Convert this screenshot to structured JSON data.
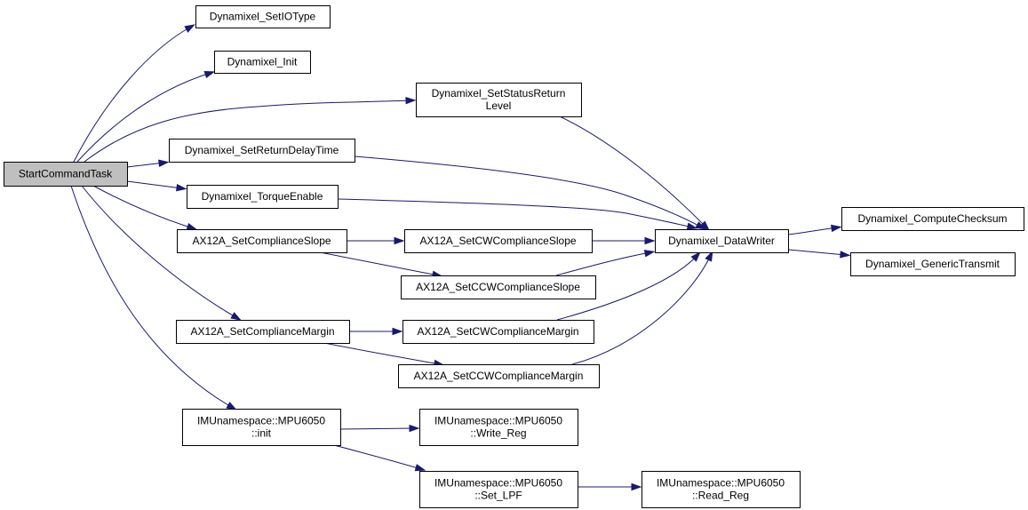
{
  "diagram": {
    "type": "call-graph",
    "edge_color": "#191970",
    "root_fill": "#bfbfbf",
    "node_fill": "#ffffff",
    "nodes": [
      {
        "id": "start",
        "lines": [
          "StartCommandTask"
        ],
        "root": true
      },
      {
        "id": "setiotype",
        "lines": [
          "Dynamixel_SetIOType"
        ]
      },
      {
        "id": "init",
        "lines": [
          "Dynamixel_Init"
        ]
      },
      {
        "id": "setstatus",
        "lines": [
          "Dynamixel_SetStatusReturn",
          "Level"
        ]
      },
      {
        "id": "setdelay",
        "lines": [
          "Dynamixel_SetReturnDelayTime"
        ]
      },
      {
        "id": "torque",
        "lines": [
          "Dynamixel_TorqueEnable"
        ]
      },
      {
        "id": "compslope",
        "lines": [
          "AX12A_SetComplianceSlope"
        ]
      },
      {
        "id": "cwslope",
        "lines": [
          "AX12A_SetCWComplianceSlope"
        ]
      },
      {
        "id": "ccwslope",
        "lines": [
          "AX12A_SetCCWComplianceSlope"
        ]
      },
      {
        "id": "compmargin",
        "lines": [
          "AX12A_SetComplianceMargin"
        ]
      },
      {
        "id": "cwmargin",
        "lines": [
          "AX12A_SetCWComplianceMargin"
        ]
      },
      {
        "id": "ccwmargin",
        "lines": [
          "AX12A_SetCCWComplianceMargin"
        ]
      },
      {
        "id": "mpuinit",
        "lines": [
          "IMUnamespace::MPU6050",
          "::init"
        ]
      },
      {
        "id": "writereg",
        "lines": [
          "IMUnamespace::MPU6050",
          "::Write_Reg"
        ]
      },
      {
        "id": "setlpf",
        "lines": [
          "IMUnamespace::MPU6050",
          "::Set_LPF"
        ]
      },
      {
        "id": "readreg",
        "lines": [
          "IMUnamespace::MPU6050",
          "::Read_Reg"
        ]
      },
      {
        "id": "datawriter",
        "lines": [
          "Dynamixel_DataWriter"
        ]
      },
      {
        "id": "checksum",
        "lines": [
          "Dynamixel_ComputeChecksum"
        ]
      },
      {
        "id": "transmit",
        "lines": [
          "Dynamixel_GenericTransmit"
        ]
      }
    ],
    "edges": [
      {
        "from": "start",
        "to": "setiotype"
      },
      {
        "from": "start",
        "to": "init"
      },
      {
        "from": "start",
        "to": "setstatus"
      },
      {
        "from": "start",
        "to": "setdelay"
      },
      {
        "from": "start",
        "to": "torque"
      },
      {
        "from": "start",
        "to": "compslope"
      },
      {
        "from": "start",
        "to": "compmargin"
      },
      {
        "from": "start",
        "to": "mpuinit"
      },
      {
        "from": "setstatus",
        "to": "datawriter"
      },
      {
        "from": "setdelay",
        "to": "datawriter"
      },
      {
        "from": "torque",
        "to": "datawriter"
      },
      {
        "from": "compslope",
        "to": "cwslope"
      },
      {
        "from": "compslope",
        "to": "ccwslope"
      },
      {
        "from": "cwslope",
        "to": "datawriter"
      },
      {
        "from": "ccwslope",
        "to": "datawriter"
      },
      {
        "from": "compmargin",
        "to": "cwmargin"
      },
      {
        "from": "compmargin",
        "to": "ccwmargin"
      },
      {
        "from": "cwmargin",
        "to": "datawriter"
      },
      {
        "from": "ccwmargin",
        "to": "datawriter"
      },
      {
        "from": "mpuinit",
        "to": "writereg"
      },
      {
        "from": "mpuinit",
        "to": "setlpf"
      },
      {
        "from": "setlpf",
        "to": "readreg"
      },
      {
        "from": "datawriter",
        "to": "checksum"
      },
      {
        "from": "datawriter",
        "to": "transmit"
      }
    ]
  }
}
